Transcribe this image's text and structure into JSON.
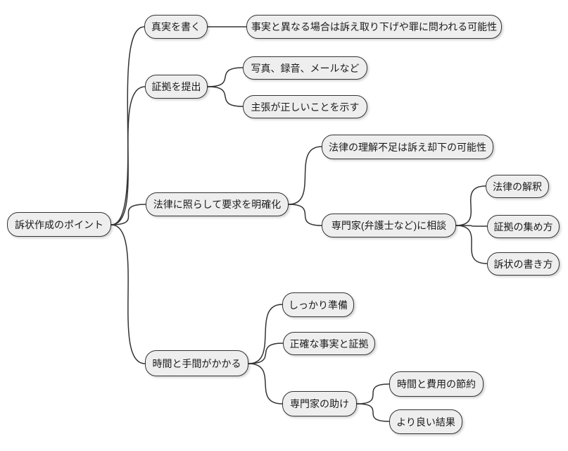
{
  "diagram": {
    "type": "mindmap",
    "root_label": "訴状作成のポイント",
    "colors": {
      "node_fill": "#eeeeee",
      "node_border": "#333333",
      "edge_stroke": "#333333",
      "text": "#1a1a1a",
      "background": "#ffffff"
    },
    "nodes": [
      {
        "id": "root",
        "parent": null,
        "label": "訴状作成のポイント"
      },
      {
        "id": "write-truth",
        "parent": "root",
        "label": "真実を書く"
      },
      {
        "id": "false-facts-risk",
        "parent": "write-truth",
        "label": "事実と異なる場合は訴え取り下げや罪に問われる可能性"
      },
      {
        "id": "submit-evidence",
        "parent": "root",
        "label": "証拠を提出"
      },
      {
        "id": "evidence-examples",
        "parent": "submit-evidence",
        "label": "写真、録音、メールなど"
      },
      {
        "id": "prove-claim",
        "parent": "submit-evidence",
        "label": "主張が正しいことを示す"
      },
      {
        "id": "clarify-demand",
        "parent": "root",
        "label": "法律に照らして要求を明確化"
      },
      {
        "id": "dismissal-risk",
        "parent": "clarify-demand",
        "label": "法律の理解不足は訴え却下の可能性"
      },
      {
        "id": "consult-expert",
        "parent": "clarify-demand",
        "label": "専門家(弁護士など)に相談"
      },
      {
        "id": "law-interpretation",
        "parent": "consult-expert",
        "label": "法律の解釈"
      },
      {
        "id": "evidence-gathering",
        "parent": "consult-expert",
        "label": "証拠の集め方"
      },
      {
        "id": "complaint-writing",
        "parent": "consult-expert",
        "label": "訴状の書き方"
      },
      {
        "id": "takes-time",
        "parent": "root",
        "label": "時間と手間がかかる"
      },
      {
        "id": "prepare-well",
        "parent": "takes-time",
        "label": "しっかり準備"
      },
      {
        "id": "accurate-facts",
        "parent": "takes-time",
        "label": "正確な事実と証拠"
      },
      {
        "id": "expert-help",
        "parent": "takes-time",
        "label": "専門家の助け"
      },
      {
        "id": "save-time-cost",
        "parent": "expert-help",
        "label": "時間と費用の節約"
      },
      {
        "id": "better-results",
        "parent": "expert-help",
        "label": "より良い結果"
      }
    ]
  }
}
